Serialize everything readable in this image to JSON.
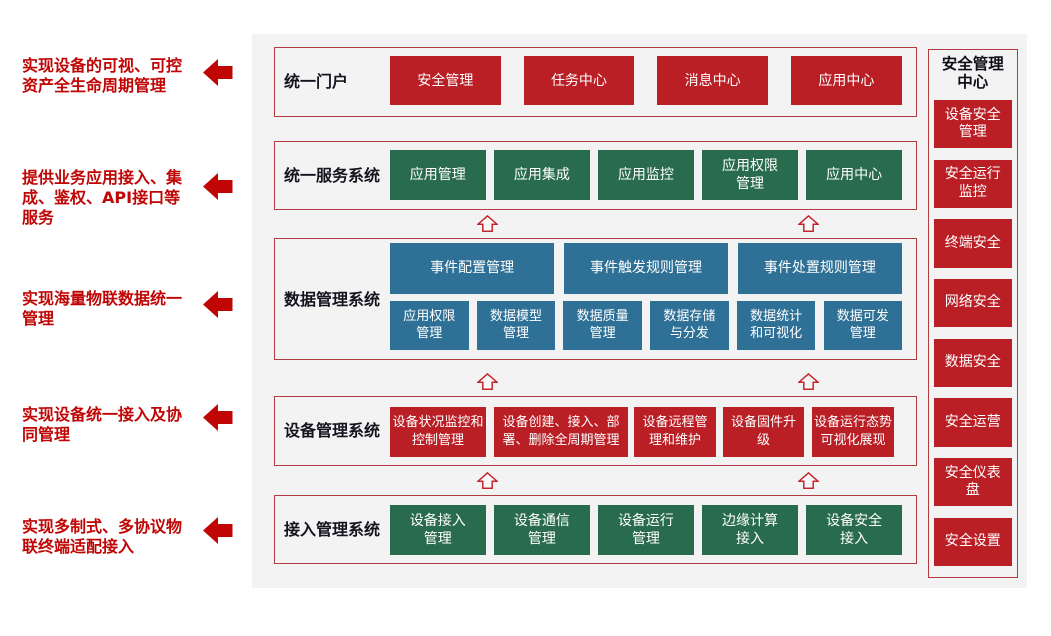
{
  "colors": {
    "page_background": "#ffffff",
    "panel_background": "#f4f3f3",
    "module_red": "#ba1f26",
    "module_green": "#296b4d",
    "module_blue": "#2f7096",
    "box_border_red": "#b23b40",
    "annotation_red": "#c00505",
    "row_title_dark": "#14141e",
    "button_text": "#ffffff"
  },
  "annotations": [
    {
      "text": "实现设备的可视、可控\n资产全生命周期管理"
    },
    {
      "text": "提供业务应用接入、集\n成、鉴权、API接口等\n服务"
    },
    {
      "text": "实现海量物联数据统一\n管理"
    },
    {
      "text": "实现设备统一接入及协\n同管理"
    },
    {
      "text": "实现多制式、多协议物\n联终端适配接入"
    }
  ],
  "rows": [
    {
      "title": "统一门户",
      "buttons": [
        "安全管理",
        "任务中心",
        "消息中心",
        "应用中心"
      ]
    },
    {
      "title": "统一服务系统",
      "buttons": [
        "应用管理",
        "应用集成",
        "应用监控",
        "应用权限\n管理",
        "应用中心"
      ]
    },
    {
      "title": "数据管理系统",
      "wide_buttons": [
        "事件配置管理",
        "事件触发规则管理",
        "事件处置规则管理"
      ],
      "small_buttons": [
        "应用权限\n管理",
        "数据模型\n管理",
        "数据质量\n管理",
        "数据存储\n与分发",
        "数据统计\n和可视化",
        "数据可发\n管理"
      ]
    },
    {
      "title": "设备管理系统",
      "buttons": [
        "设备状况监控和\n控制管理",
        "设备创建、接入、部\n署、删除全周期管理",
        "设备远程管\n理和维护",
        "设备固件升\n级",
        "设备运行态势\n可视化展现"
      ]
    },
    {
      "title": "接入管理系统",
      "buttons": [
        "设备接入\n管理",
        "设备通信\n管理",
        "设备运行\n管理",
        "边缘计算\n接入",
        "设备安全\n接入"
      ]
    }
  ],
  "sidebar": {
    "title": "安全管理\n中心",
    "items": [
      "设备安全\n管理",
      "安全运行\n监控",
      "终端安全",
      "网络安全",
      "数据安全",
      "安全运营",
      "安全仪表\n盘",
      "安全设置"
    ]
  }
}
